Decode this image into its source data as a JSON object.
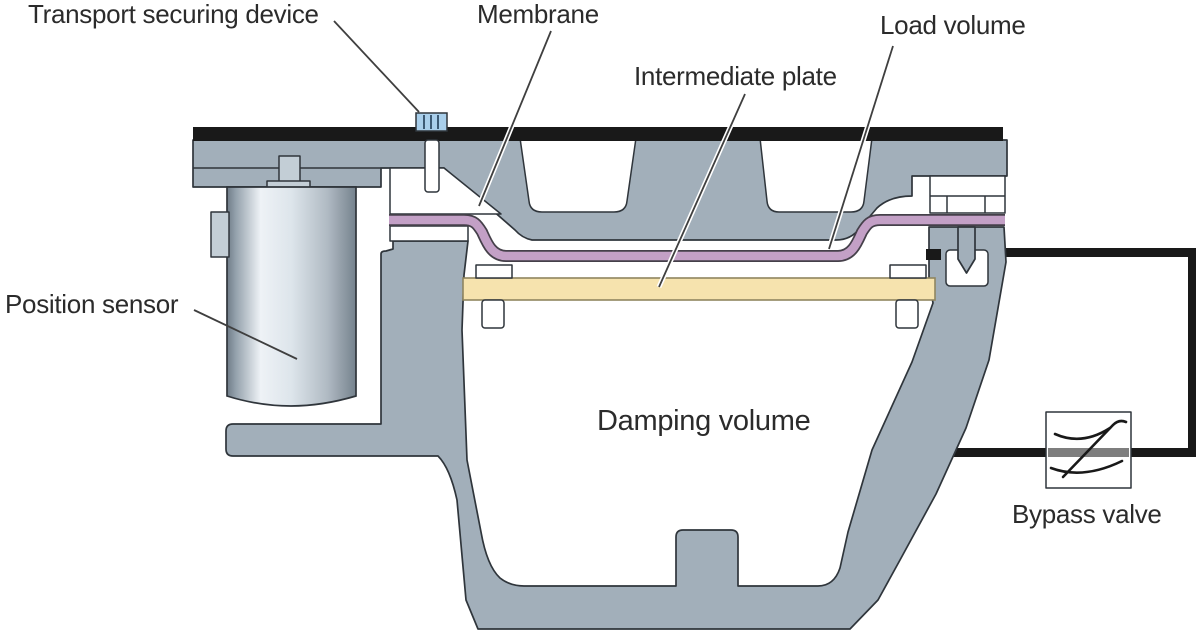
{
  "diagram": {
    "type": "technical-cross-section",
    "labels": {
      "transport_securing_device": "Transport securing device",
      "membrane": "Membrane",
      "intermediate_plate": "Intermediate plate",
      "load_volume": "Load volume",
      "position_sensor": "Position sensor",
      "damping_volume": "Damping volume",
      "bypass_valve": "Bypass valve"
    },
    "colors": {
      "background": "#ffffff",
      "steel": "#a2afba",
      "steel-lt": "#c3ced6",
      "steel-outline": "#2f353b",
      "membrane-pink": "#c3a0c6",
      "membrane-outline": "#45404a",
      "plate-tan": "#f6e3ae",
      "plate-outline": "#8f855f",
      "pipe-black": "#191919",
      "bolt-blue": "#a9cfeb",
      "bolt-stripe": "#3c5a74",
      "white-part": "#ffffff",
      "valve-pipe-gray": "#7e7e7e",
      "leader": "#3f3f3f",
      "label-text": "#2b2b2b"
    }
  }
}
